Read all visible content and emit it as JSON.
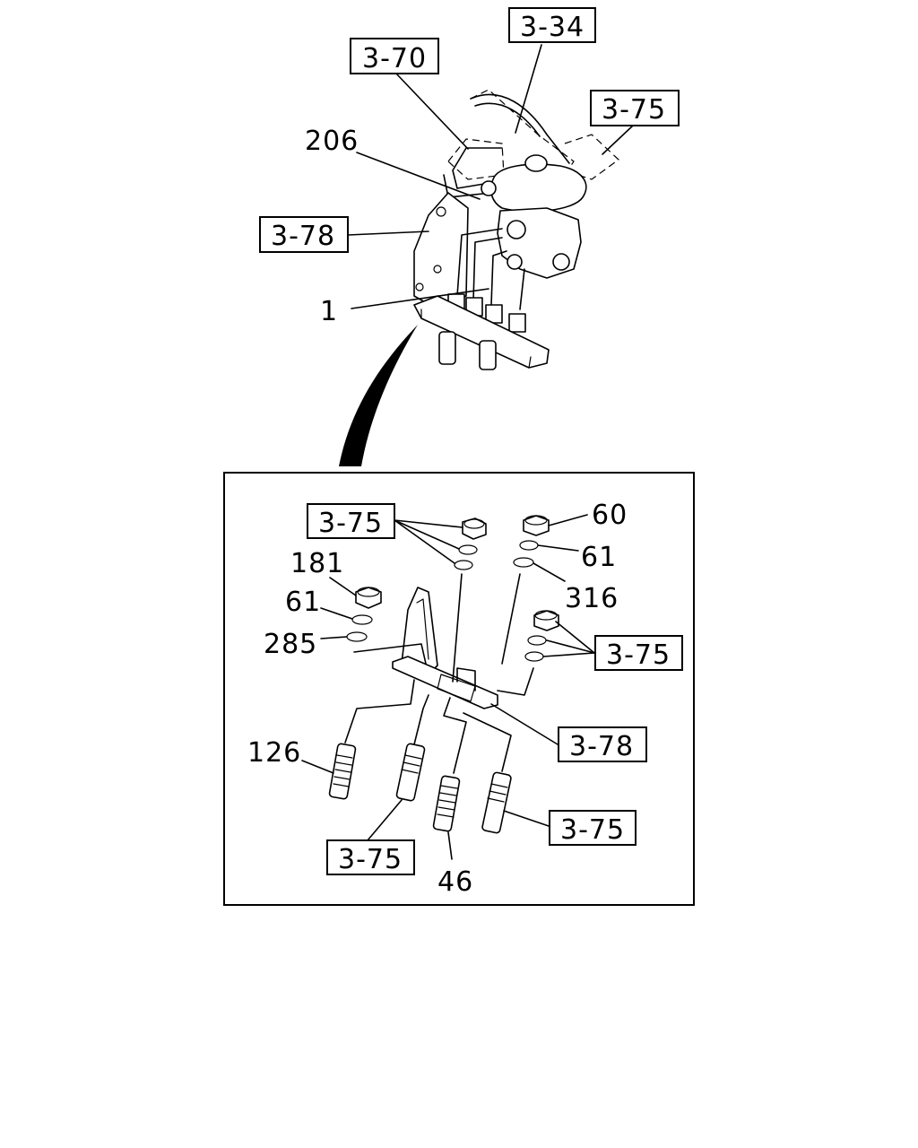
{
  "refs": {
    "r334": "3-34",
    "r370": "3-70",
    "r375": "3-75",
    "r378": "3-78",
    "d_375_a": "3-75",
    "d_375_b": "3-75",
    "d_378": "3-78",
    "d_375_c": "3-75",
    "d_375_d": "3-75"
  },
  "parts": {
    "p206": "206",
    "p1": "1",
    "p60": "60",
    "p61_r": "61",
    "p316": "316",
    "p181": "181",
    "p61_l": "61",
    "p285": "285",
    "p126": "126",
    "p46": "46"
  }
}
